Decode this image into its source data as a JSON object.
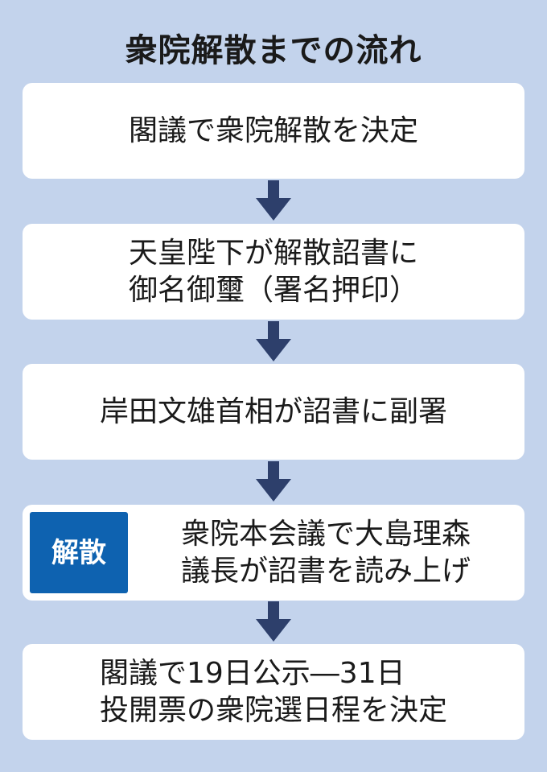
{
  "title": "衆院解散までの流れ",
  "steps": [
    {
      "text": "閣議で衆院解散を決定"
    },
    {
      "text": "天皇陛下が解散詔書に\n御名御璽（署名押印）"
    },
    {
      "text": "岸田文雄首相が詔書に副署"
    },
    {
      "badge": "解散",
      "text": "衆院本会議で大島理森\n議長が詔書を読み上げ"
    },
    {
      "text": "閣議で19日公示―31日\n投開票の衆院選日程を決定"
    }
  ],
  "colors": {
    "background": "#c3d3ec",
    "arrow": "#2d3f6b",
    "badge": "#0e62b0"
  }
}
